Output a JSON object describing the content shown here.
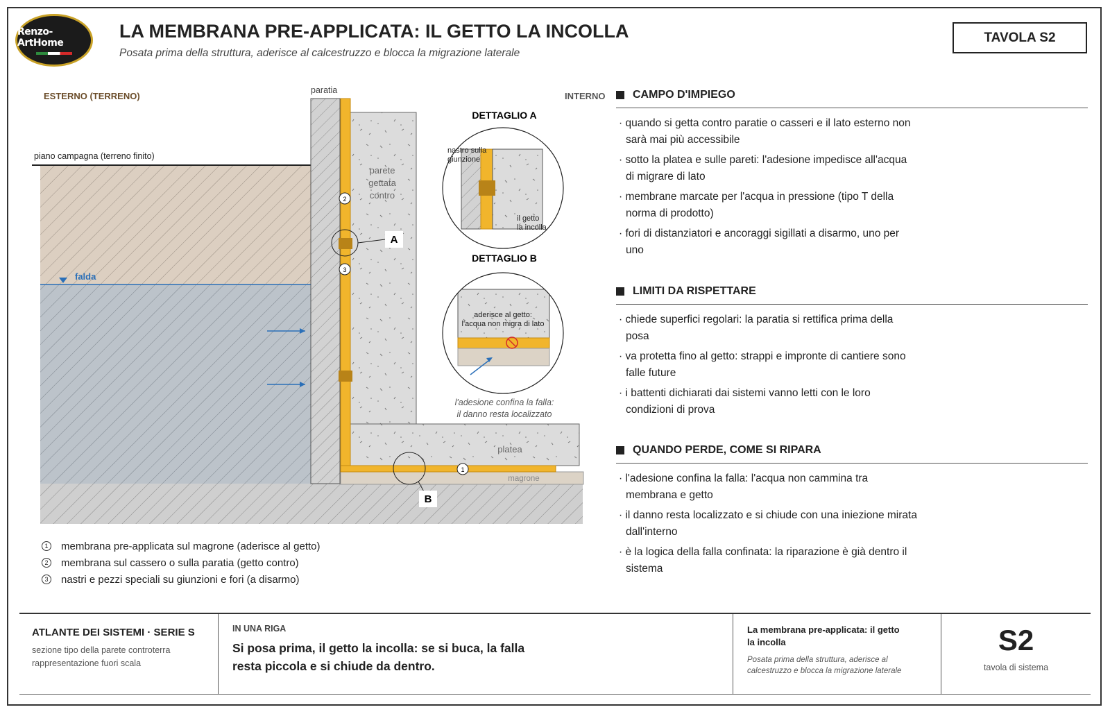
{
  "logo": {
    "text": "Renzo-ArtHome"
  },
  "header": {
    "title": "LA MEMBRANA PRE-APPLICATA: IL GETTO LA INCOLLA",
    "subtitle": "Posata prima della struttura, aderisce al calcestruzzo e blocca la migrazione laterale",
    "tavola": "TAVOLA S2"
  },
  "drawing": {
    "esterno": "ESTERNO (TERRENO)",
    "interno": "INTERNO",
    "paratia": "paratia",
    "piano_campagna": "piano campagna (terreno finito)",
    "falda": "falda",
    "parete": [
      "parete",
      "gettata",
      "contro"
    ],
    "platea": "platea",
    "magrone": "magrone",
    "marker_a": "A",
    "marker_b": "B",
    "num_1": "1",
    "num_2": "2",
    "num_3": "3",
    "dettaglio_a": {
      "title": "DETTAGLIO A",
      "nastro": [
        "nastro sulla",
        "giunzione"
      ],
      "incolla": [
        "il getto",
        "la incolla"
      ]
    },
    "dettaglio_b": {
      "title": "DETTAGLIO B",
      "aderisce": [
        "aderisce al getto:",
        "l'acqua non migra di lato"
      ]
    },
    "note": [
      "l'adesione confina la falla:",
      "il danno resta localizzato"
    ]
  },
  "legend": [
    {
      "num": "1",
      "text": "membrana pre-applicata sul magrone (aderisce al getto)"
    },
    {
      "num": "2",
      "text": "membrana sul cassero o sulla paratia (getto contro)"
    },
    {
      "num": "3",
      "text": "nastri e pezzi speciali su giunzioni e fori (a disarmo)"
    }
  ],
  "sections": [
    {
      "title": "CAMPO D'IMPIEGO",
      "items": [
        "quando si getta contro paratie o casseri e il lato esterno non sarà mai più accessibile",
        "sotto la platea e sulle pareti: l'adesione impedisce all'acqua di migrare di lato",
        "membrane marcate per l'acqua in pressione (tipo T della norma di prodotto)",
        "fori di distanziatori e ancoraggi sigillati a disarmo, uno per uno"
      ]
    },
    {
      "title": "LIMITI DA RISPETTARE",
      "items": [
        "chiede superfici regolari: la paratia si rettifica prima della posa",
        "va protetta fino al getto: strappi e impronte di cantiere sono falle future",
        "i battenti dichiarati dai sistemi vanno letti con le loro condizioni di prova"
      ]
    },
    {
      "title": "QUANDO PERDE, COME SI RIPARA",
      "items": [
        "l'adesione confina la falla: l'acqua non cammina tra membrana e getto",
        "il danno resta localizzato e si chiude con una iniezione mirata dall'interno",
        "è la logica della falla confinata: la riparazione è già dentro il sistema"
      ]
    }
  ],
  "footer": {
    "series": "ATLANTE DEI SISTEMI · SERIE S",
    "line1": "sezione tipo della parete controterra",
    "line2": "rappresentazione fuori scala",
    "in_una_riga": "IN UNA RIGA",
    "summary": "Si posa prima, il getto la incolla: se si buca, la falla resta piccola e si chiude da dentro.",
    "ref_title": "La membrana pre-applicata: il getto la incolla",
    "ref_sub": "Posata prima della struttura, aderisce al calcestruzzo e blocca la migrazione laterale",
    "code": "S2",
    "code_label": "tavola di sistema"
  }
}
